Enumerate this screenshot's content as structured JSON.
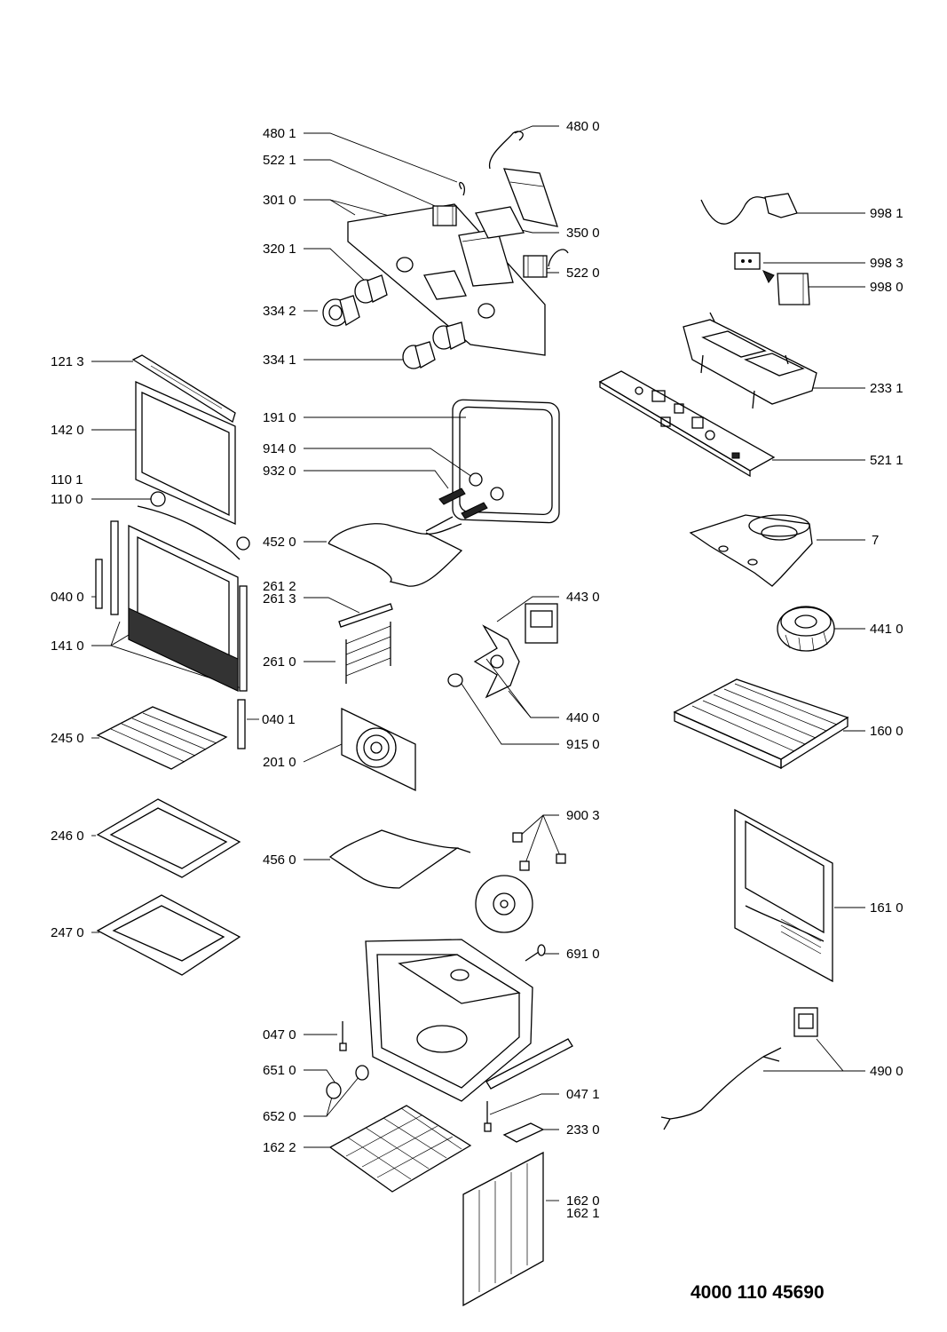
{
  "document_number": "4000 110 45690",
  "part_labels": [
    {
      "code": "480 1"
    },
    {
      "code": "522 1"
    },
    {
      "code": "301 0"
    },
    {
      "code": "320 1"
    },
    {
      "code": "334 2"
    },
    {
      "code": "334 1"
    },
    {
      "code": "480 0"
    },
    {
      "code": "350 0"
    },
    {
      "code": "522 0"
    },
    {
      "code": "998 1"
    },
    {
      "code": "998 3"
    },
    {
      "code": "998 0"
    },
    {
      "code": "233 1"
    },
    {
      "code": "521 1"
    },
    {
      "code": "7"
    },
    {
      "code": "441 0"
    },
    {
      "code": "160 0"
    },
    {
      "code": "161 0"
    },
    {
      "code": "490 0"
    },
    {
      "code": "121 3"
    },
    {
      "code": "142 0"
    },
    {
      "code": "110 1"
    },
    {
      "code": "110 0"
    },
    {
      "code": "040 0"
    },
    {
      "code": "141 0"
    },
    {
      "code": "245 0"
    },
    {
      "code": "246 0"
    },
    {
      "code": "247 0"
    },
    {
      "code": "191 0"
    },
    {
      "code": "914 0"
    },
    {
      "code": "932 0"
    },
    {
      "code": "452 0"
    },
    {
      "code": "261 2"
    },
    {
      "code": "261 3"
    },
    {
      "code": "261 0"
    },
    {
      "code": "040 1"
    },
    {
      "code": "201 0"
    },
    {
      "code": "443 0"
    },
    {
      "code": "440 0"
    },
    {
      "code": "915 0"
    },
    {
      "code": "900 3"
    },
    {
      "code": "456 0"
    },
    {
      "code": "691 0"
    },
    {
      "code": "047 0"
    },
    {
      "code": "651 0"
    },
    {
      "code": "652 0"
    },
    {
      "code": "047 1"
    },
    {
      "code": "233 0"
    },
    {
      "code": "162 2"
    },
    {
      "code": "162 0"
    },
    {
      "code": "162 1"
    }
  ]
}
